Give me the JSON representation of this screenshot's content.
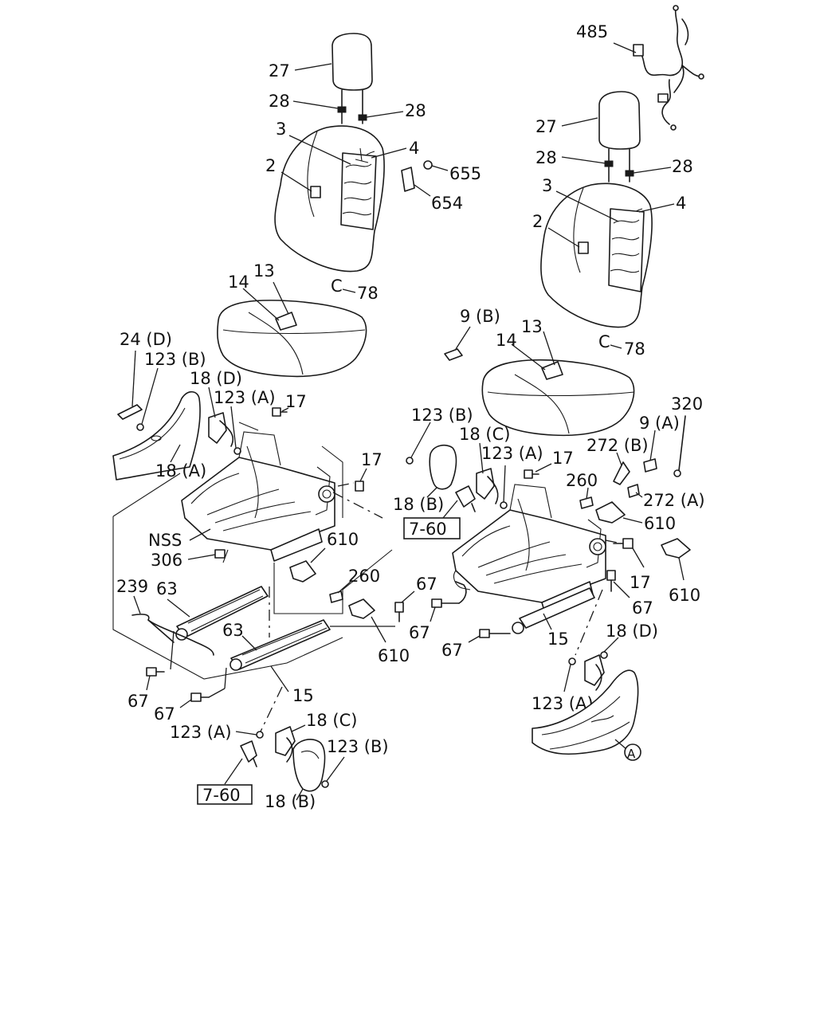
{
  "labels": {
    "l485": "485",
    "l27a": "27",
    "l28a": "28",
    "l28b": "28",
    "l3a": "3",
    "l4a": "4",
    "l2a": "2",
    "l655": "655",
    "l654": "654",
    "l78a": "78",
    "l13a": "13",
    "l14a": "14",
    "l27b": "27",
    "l28c": "28",
    "l28d": "28",
    "l3b": "3",
    "l4b": "4",
    "l2b": "2",
    "l78b": "78",
    "l9b": "9 (B)",
    "l13b": "13",
    "l14b": "14",
    "l24d": "24 (D)",
    "l123b_a": "123 (B)",
    "l18d_a": "18 (D)",
    "l123a_a": "123 (A)",
    "l17a": "17",
    "l18a": "18 (A)",
    "l17b": "17",
    "l123b_b": "123 (B)",
    "l18c_a": "18 (C)",
    "l123a_b": "123 (A)",
    "l17c": "17",
    "l320": "320",
    "l9a": "9 (A)",
    "l272b": "272 (B)",
    "l260a": "260",
    "l272a": "272 (A)",
    "l610a": "610",
    "l18b_a": "18 (B)",
    "l760a": "7-60",
    "lNSS": "NSS",
    "l306": "306",
    "l610b": "610",
    "l610c": "610",
    "l17d": "17",
    "l67a": "67",
    "l239": "239",
    "l63a": "63",
    "l260b": "260",
    "l67b": "67",
    "l67c": "67",
    "l63b": "63",
    "l610d": "610",
    "l15a": "15",
    "l67d": "67",
    "l18d_b": "18 (D)",
    "l67e": "67",
    "l15b": "15",
    "l67f": "67",
    "l123a_c": "123 (A)",
    "l18c_b": "18 (C)",
    "l123a_d": "123 (A)",
    "l123b_c": "123 (B)",
    "l760b": "7-60",
    "l18b_b": "18 (B)",
    "lA": "A"
  }
}
